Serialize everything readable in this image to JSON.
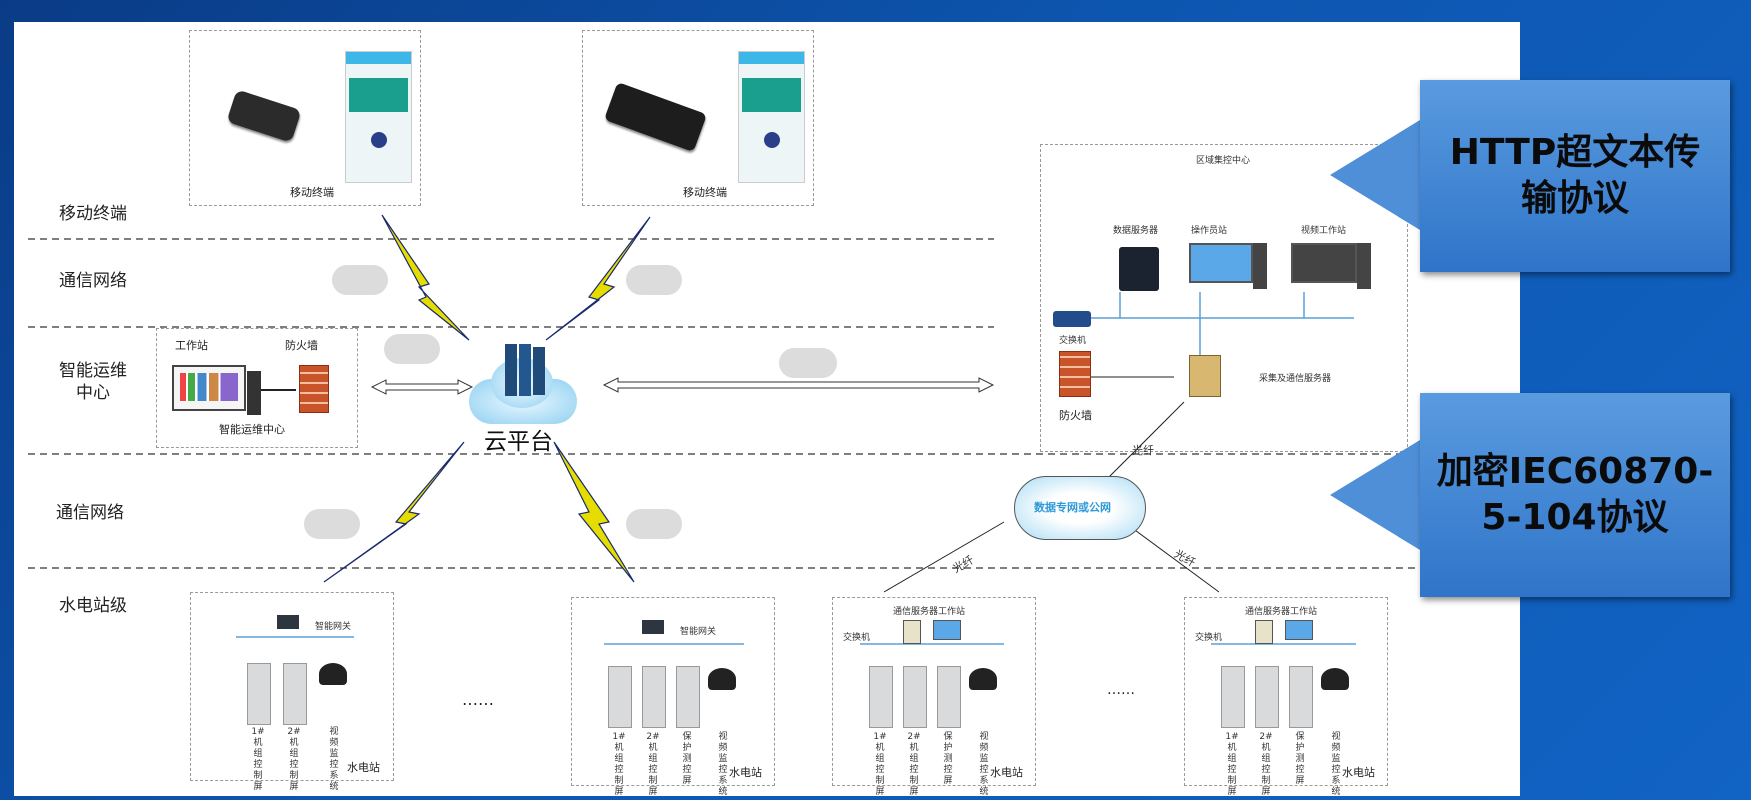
{
  "layers": {
    "mobile": "移动终端",
    "network_top": "通信网络",
    "ops_center_line1": "智能运维",
    "ops_center_line2": "中心",
    "network_bottom": "通信网络",
    "station_level": "水电站级"
  },
  "mobile_terminals": [
    {
      "caption": "移动终端"
    },
    {
      "caption": "移动终端"
    }
  ],
  "ops_center": {
    "workstation": "工作站",
    "firewall": "防火墙",
    "caption": "智能运维中心"
  },
  "cloud_platform": "云平台",
  "regional_center": {
    "title": "区域集控中心",
    "data_server": "数据服务器",
    "operator_station": "操作员站",
    "video_workstation": "视频工作站",
    "switch": "交换机",
    "firewall": "防火墙",
    "comm_server": "采集及通信服务器"
  },
  "network_cloud": "数据专网或公网",
  "fiber": "光纤",
  "stations": [
    {
      "gateway": "智能网关",
      "columns": [
        "1#机组控制屏",
        "2#机组控制屏",
        "视频监控系统"
      ],
      "caption": "水电站"
    },
    {
      "gateway": "智能网关",
      "columns": [
        "1#机组控制屏",
        "2#机组控制屏",
        "保护测控屏",
        "视频监控系统"
      ],
      "caption": "水电站"
    },
    {
      "gateway": "通信服务器工作站",
      "switch": "交换机",
      "columns": [
        "1#机组控制屏",
        "2#机组控制屏",
        "保护测控屏",
        "视频监控系统"
      ],
      "caption": "水电站"
    },
    {
      "gateway": "通信服务器工作站",
      "switch": "交换机",
      "columns": [
        "1#机组控制屏",
        "2#机组控制屏",
        "保护测控屏",
        "视频监控系统"
      ],
      "caption": "水电站"
    }
  ],
  "ellipsis_1": "……",
  "ellipsis_2": "……",
  "callouts": {
    "http": "HTTP超文本传输协议",
    "iec": "加密IEC60870-5-104协议"
  },
  "colors": {
    "background": "#0d56b0",
    "callout": "#4a8ad8",
    "lightning": "#e8e000"
  }
}
